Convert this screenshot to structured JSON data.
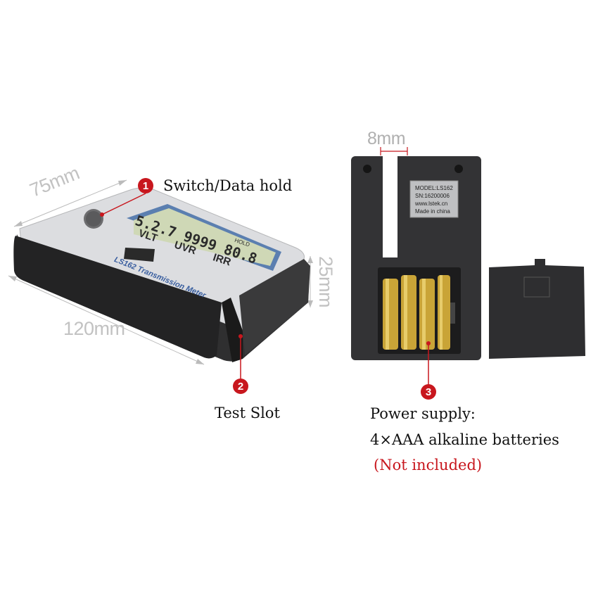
{
  "dimensions": {
    "width_75": "75mm",
    "length_120": "120mm",
    "height_25": "25mm",
    "slot_8": "8mm"
  },
  "callouts": [
    {
      "number": "1",
      "text": "Switch/Data hold"
    },
    {
      "number": "2",
      "text": "Test Slot"
    },
    {
      "number": "3",
      "text": "Power supply:"
    }
  ],
  "power": {
    "line2": "4×AAA alkaline batteries",
    "note": "(Not included)"
  },
  "device": {
    "display_top": "5.2.7",
    "display_mid": "9999",
    "display_right": "80.8",
    "display_hold": "HOLD",
    "display_vlt": "VLT",
    "display_uvr": "UVR",
    "display_irr": "IRR",
    "model_text": "LS162  Transmission Meter"
  },
  "label": {
    "model": "MODEL:LS162",
    "sn": "SN:16200006",
    "url": "www.lstek.cn",
    "made": "Made in china"
  },
  "colors": {
    "callout_red": "#c8171e",
    "device_dark": "#2f2f30",
    "lcd_green": "#cfd8b6"
  }
}
